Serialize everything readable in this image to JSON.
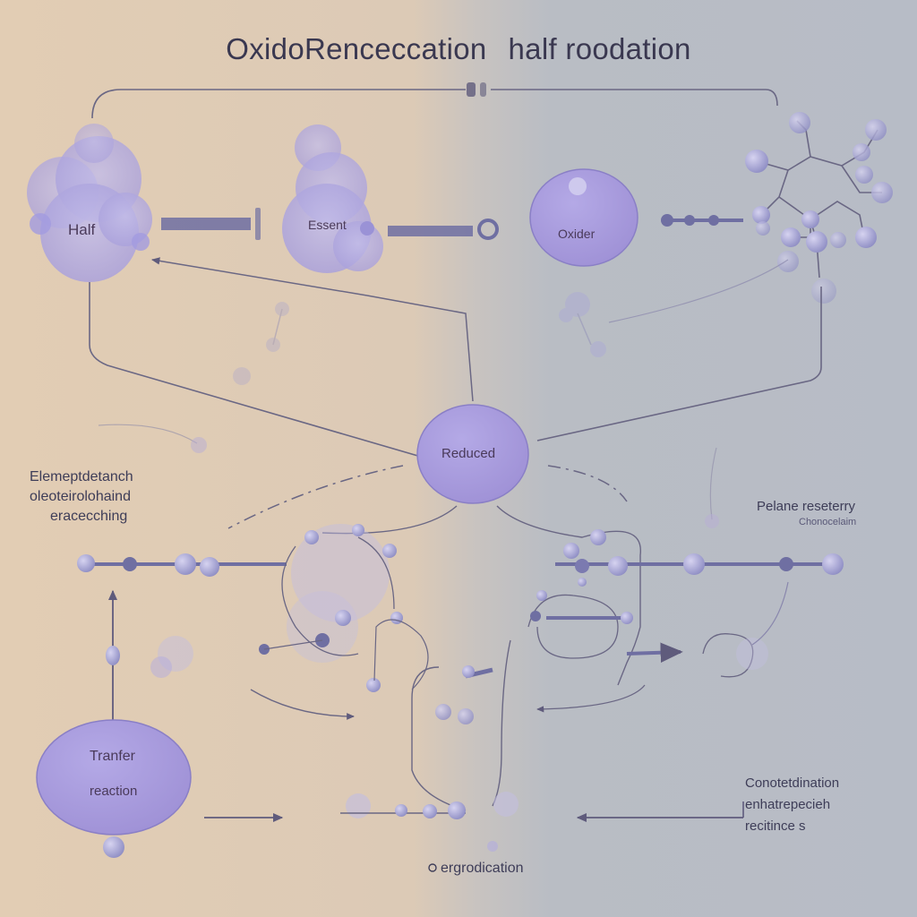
{
  "title": {
    "part_left": "OxidoRenceccation",
    "part_right": "half roodation"
  },
  "nodes": {
    "half": "Half",
    "essent": "Essent",
    "oxider": "Oxider",
    "reduced": "Reduced",
    "transfer_line1": "Tranfer",
    "transfer_line2": "reaction"
  },
  "left_annotation": {
    "line1": "Elemeptdetanch",
    "line2": "oleoteirolohaind",
    "line3": "eracecching"
  },
  "right_annotation": {
    "line1": "Pelane reseterry",
    "line2": "Chonocelaim"
  },
  "bottom_right_annotation": {
    "line1": "Conotetdination",
    "line2": "enhatrepecieh",
    "line3": "recitince s"
  },
  "bottom_center": "ergrodication",
  "colors": {
    "node_fill": "#a799db",
    "cloud_fill": "#b3acdf",
    "line": "#5f5b7c",
    "bar": "#6f6fa2",
    "left_bg": "#e2cdb4",
    "right_bg": "#b7bcc6"
  }
}
